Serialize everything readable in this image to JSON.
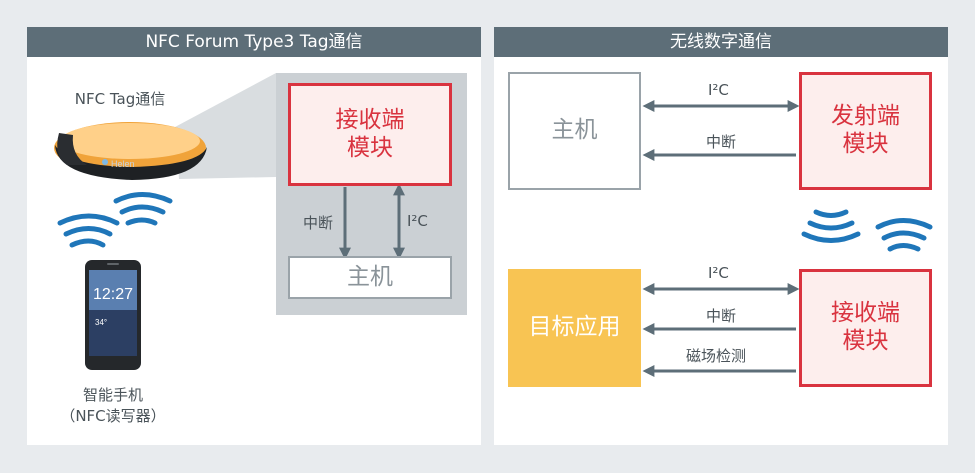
{
  "left_panel": {
    "title": "NFC Forum Type3 Tag通信",
    "band_label": "NFC Tag通信",
    "band_logo": "Helen",
    "phone_time": "12:27",
    "phone_temp": "34°",
    "phone_caption_line1": "智能手机",
    "phone_caption_line2": "（NFC读写器）",
    "receiver_module": "接收端\n模块",
    "host": "主机",
    "interrupt_label": "中断",
    "i2c_label": "I²C"
  },
  "right_panel": {
    "title": "无线数字通信",
    "host": "主机",
    "transmitter_module": "发射端\n模块",
    "i2c_label_top": "I²C",
    "interrupt_label_top": "中断",
    "target_app": "目标应用",
    "receiver_module": "接收端\n模块",
    "i2c_label_bottom": "I²C",
    "interrupt_label_bottom": "中断",
    "magnetic_label": "磁场检测"
  },
  "colors": {
    "header": "#5d6e78",
    "accent_red": "#d9333f",
    "module_fill": "#fdeeed",
    "target_yellow": "#f8c453",
    "wave_blue": "#1f76b9",
    "arrow_grey": "#5d6e78",
    "inset_grey": "#cbd0d4"
  },
  "icons": {
    "wireless": "wifi-waves-icon",
    "arrow": "double-arrow-icon"
  }
}
